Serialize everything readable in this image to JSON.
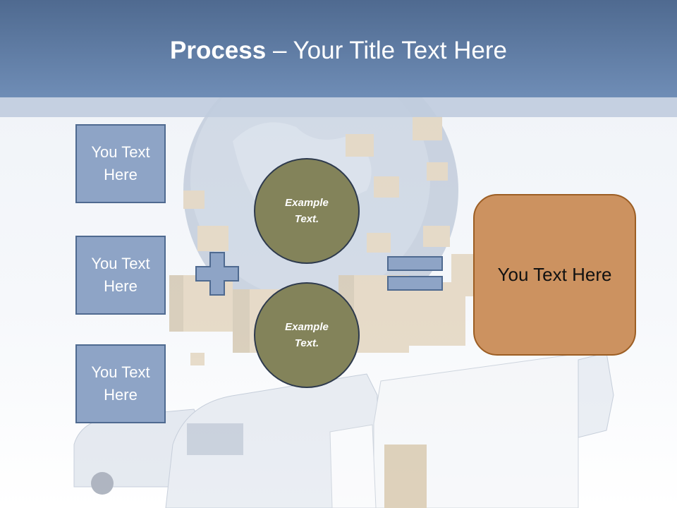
{
  "slide": {
    "title_bold": "Process",
    "title_rest": " – Your Title Text Here"
  },
  "left_boxes": [
    {
      "label": "You Text Here"
    },
    {
      "label": "You Text Here"
    },
    {
      "label": "You Text Here"
    }
  ],
  "circles": [
    {
      "label": "Example Text."
    },
    {
      "label": "Example Text."
    }
  ],
  "result_box": {
    "label": "You Text Here"
  },
  "colors": {
    "header": "#5a7aa5",
    "box_fill": "#8ea4c6",
    "box_border": "#4f6a90",
    "circle_fill": "#83835a",
    "result_fill": "#cc9260",
    "result_border": "#9c5e24"
  },
  "icons": {
    "plus": "plus-icon",
    "equals": "equals-icon"
  }
}
